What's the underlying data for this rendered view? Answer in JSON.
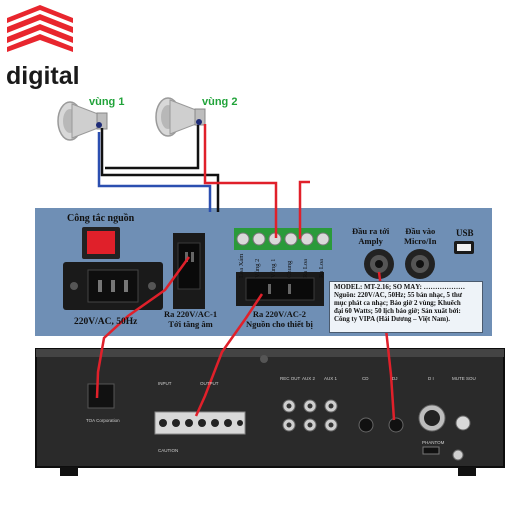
{
  "brand": {
    "name": "digital",
    "logo_color": "#e8262e"
  },
  "speakers": [
    {
      "label": "vùng 1"
    },
    {
      "label": "vùng 2"
    }
  ],
  "panel": {
    "color": "#6f8fb5",
    "power_switch": "Công tắc nguồn",
    "ac_input": "220V/AC, 50Hz",
    "ac_out_1": [
      "Ra 220V/AC-1",
      "Tới tăng âm"
    ],
    "ac_out_2": [
      "Ra 220V/AC-2",
      "Nguồn cho thiết bị"
    ],
    "terminals": [
      "Loa Xám",
      "Vùng 2",
      "Vùng 1",
      "Chung",
      "Ra Loa",
      "Ra Loa"
    ],
    "amp_out": [
      "Đầu ra tới",
      "Amply"
    ],
    "mic_in": [
      "Đầu vào",
      "Micro/In"
    ],
    "usb": "USB",
    "spec_lines": [
      "MODEL: MT-2.16; SỐ MÁY: ………………",
      "Nguồn: 220V/AC, 50Hz; 55 bản nhạc, 5 thư",
      "mục phát ca nhạc; Báo giờ 2 vùng; Khuếch",
      "đại 60 Watts; 50 lịch báo giờ; Sản xuất bởi:",
      "Công ty VIPA (Hải Dương – Việt Nam)."
    ]
  },
  "amplifier": {
    "color": "#2a2a2a",
    "sections": [
      "INPUT",
      "OUTPUT",
      "REC OUT",
      "AUX 2",
      "AUX 1",
      "CD",
      "DJ",
      "D I",
      "MUTE SOU",
      "PHANTOM",
      "CAUTION",
      "TOA Corporation"
    ]
  },
  "wire_colors": {
    "red": "#e0202a",
    "black": "#111111",
    "blue": "#2b4fb0"
  }
}
